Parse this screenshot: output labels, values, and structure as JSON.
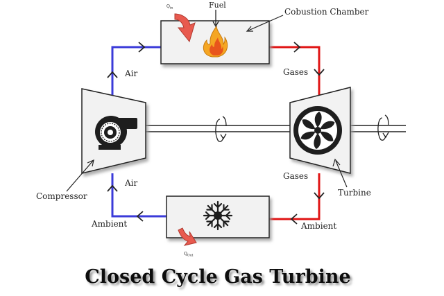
{
  "labels": {
    "q_in": "Q",
    "q_in_sub": "in",
    "fuel": "Fuel",
    "combustion_chamber": "Cobustion Chamber",
    "air_top": "Air",
    "air_bottom": "Air",
    "gases_top": "Gases",
    "gases_bottom": "Gases",
    "compressor": "Compressor",
    "turbine": "Turbine",
    "ambient_left": "Ambient",
    "ambient_right": "Ambient",
    "q_out": "Q",
    "q_out_sub": "Out",
    "title": "Closed Cycle Gas Turbine"
  },
  "colors": {
    "cold_line": "#3b3bd9",
    "hot_line": "#e01414",
    "heat_arrow": "#e85a4f",
    "flame_outer": "#f5a623",
    "flame_inner": "#e8551c",
    "outline": "#222222",
    "component_fill": "#f2f2f2",
    "title_shadow": "#8a8a8a"
  },
  "icons": {
    "combustion": "flame-icon",
    "cooler": "snowflake-icon",
    "compressor": "blower-icon",
    "turbine": "fan-icon",
    "rotation": "rotation-arrow-icon"
  }
}
